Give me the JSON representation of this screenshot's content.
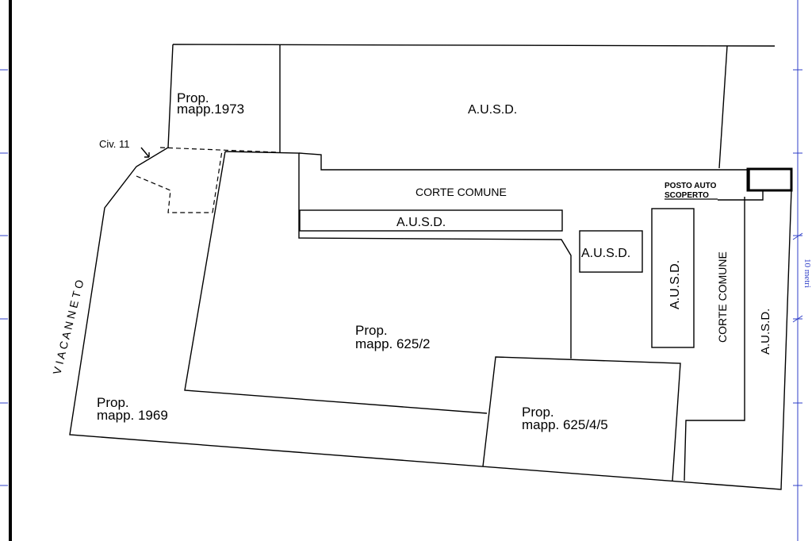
{
  "labels": {
    "prop_1973_line1": "Prop.",
    "prop_1973_line2": "mapp.1973",
    "ausd_top": "A.U.S.D.",
    "civ": "Civ. 11",
    "corte_comune_top": "CORTE COMUNE",
    "ausd_strip": "A.U.S.D.",
    "posto_auto_line1": "POSTO AUTO",
    "posto_auto_line2": "SCOPERTO",
    "ausd_small": "A.U.S.D.",
    "ausd_vertical_center": "A.U.S.D.",
    "corte_comune_right": "CORTE COMUNE",
    "ausd_vertical_right": "A.U.S.D.",
    "via_canneto": "V I A   C A N N E T O",
    "prop_625_2_line1": "Prop.",
    "prop_625_2_line2": "mapp. 625/2",
    "prop_1969_line1": "Prop.",
    "prop_1969_line2": "mapp. 1969",
    "prop_625_4_5_line1": "Prop.",
    "prop_625_4_5_line2": "mapp. 625/4/5",
    "scale": "10 metri"
  },
  "colors": {
    "ink": "#000000",
    "scale_bar": "#2f3fc8",
    "paper": "#ffffff"
  }
}
